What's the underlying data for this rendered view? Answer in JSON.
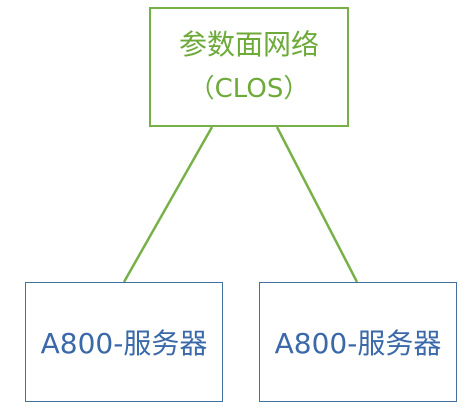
{
  "diagram": {
    "title_node": {
      "line1": "参数面网络",
      "line2": "（CLOS）"
    },
    "server_left": {
      "label": "A800-服务器"
    },
    "server_right": {
      "label": "A800-服务器"
    }
  },
  "colors": {
    "network_accent": "#77b046",
    "server_accent": "#41719c",
    "server_text": "#3a68a8"
  }
}
